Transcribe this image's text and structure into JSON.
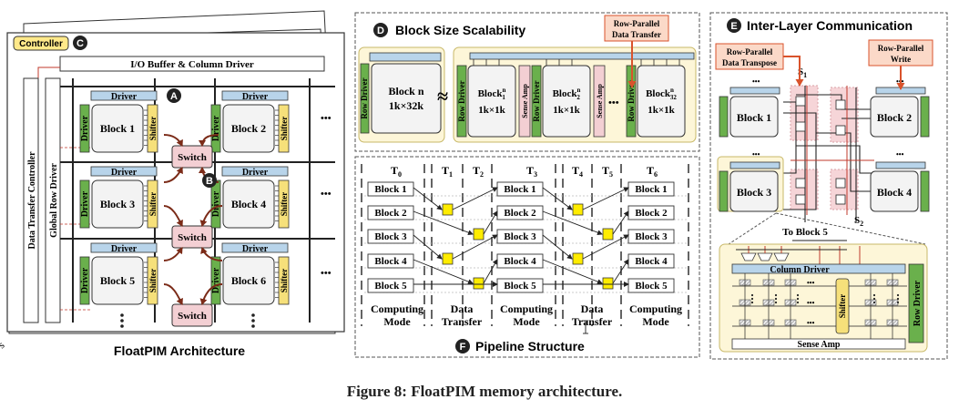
{
  "architecture": {
    "controller": "Controller",
    "io_buffer": "I/O Buffer & Column Driver",
    "data_transfer_controller": "Data Transfer Controller",
    "global_row_driver": "Global Row Driver",
    "driver": "Driver",
    "shifter": "Shifter",
    "switch": "Switch",
    "blocks": [
      "Block 1",
      "Block 2",
      "Block 3",
      "Block 4",
      "Block 5",
      "Block 6"
    ],
    "ellipsis": "•••",
    "label": "FloatPIM Architecture",
    "badges": {
      "a": "A",
      "b": "B",
      "c": "C"
    },
    "corner_text": "s"
  },
  "block_size": {
    "badge": "D",
    "title": "Block Size Scalability",
    "row_driver": "Row Driver",
    "block_n": "Block n",
    "block_n_size": "1k×32k",
    "approx": "≈",
    "sub_blocks": [
      {
        "base": "Block",
        "sup": "n",
        "sub": "1",
        "size": "1k×1k"
      },
      {
        "base": "Block",
        "sup": "n",
        "sub": "2",
        "size": "1k×1k"
      },
      {
        "base": "Block",
        "sup": "n",
        "sub": "32",
        "size": "1k×1k"
      }
    ],
    "sense_amp": "Sense Amp",
    "callout": [
      "Row-Parallel",
      "Data Transfer"
    ]
  },
  "pipeline": {
    "badge": "F",
    "title": "Pipeline Structure",
    "times": [
      "T0",
      "T1",
      "T2",
      "T3",
      "T4",
      "T5",
      "T6"
    ],
    "time_labels": [
      {
        "base": "T",
        "sub": "0"
      },
      {
        "base": "T",
        "sub": "1"
      },
      {
        "base": "T",
        "sub": "2"
      },
      {
        "base": "T",
        "sub": "3"
      },
      {
        "base": "T",
        "sub": "4"
      },
      {
        "base": "T",
        "sub": "5"
      },
      {
        "base": "T",
        "sub": "6"
      }
    ],
    "blocks": [
      "Block 1",
      "Block 2",
      "Block 3",
      "Block 4",
      "Block 5"
    ],
    "modes": [
      [
        "Computing",
        "Mode"
      ],
      [
        "Data",
        "Transfer"
      ],
      [
        "Computing",
        "Mode"
      ],
      [
        "Data",
        "Transfer"
      ],
      [
        "Computing",
        "Mode"
      ]
    ]
  },
  "inter_layer": {
    "badge": "E",
    "title": "Inter-Layer Communication",
    "callout_left": [
      "Row-Parallel",
      "Data Transpose"
    ],
    "callout_right": [
      "Row-Parallel",
      "Write"
    ],
    "s1": {
      "base": "S",
      "sub": "1"
    },
    "s2": {
      "base": "S",
      "sub": "2"
    },
    "blocks": [
      "Block 1",
      "Block 2",
      "Block 3",
      "Block 4"
    ],
    "to_block5": "To Block 5",
    "column_driver": "Column Driver",
    "shifter": "Shifter",
    "row_driver": "Row Driver",
    "sense_amp": "Sense Amp",
    "dots": "•••"
  },
  "caption": "Figure 8: FloatPIM memory architecture.",
  "colors": {
    "driver_green": "#6ab04c",
    "driver_blue": "#b8d4ea",
    "shifter_yellow": "#f6e07a",
    "switch_pink": "#f3cfd3",
    "arrow_brown": "#7b2b18",
    "callout_red": "#d9532c",
    "callout_fill": "#fbd9c8",
    "highlight_yellow": "#ffec00",
    "panel_beige": "#fdf6d8",
    "controller_yellow": "#ffe98a"
  }
}
